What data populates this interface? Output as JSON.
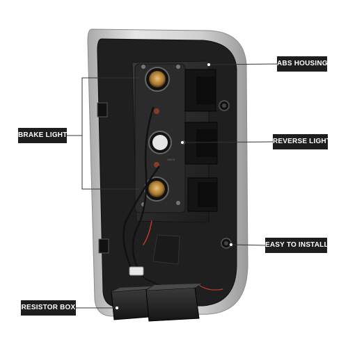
{
  "callouts": {
    "abs_housing": "ABS HOUSING",
    "brake_light": "BRAKE LIGHT",
    "reverse_light": "REVERSE LIGHT",
    "easy_to_install": "EASY TO INSTALL",
    "resistor_box": "RESISTOR BOX"
  },
  "part_marking": "15678",
  "colors": {
    "label_background": "#1e1e1e",
    "label_text": "#ffffff",
    "housing_chrome": "#c9c9c9",
    "housing_black": "#222222",
    "bulb_amber": "#b9843a",
    "wire_red": "#c0392b"
  }
}
